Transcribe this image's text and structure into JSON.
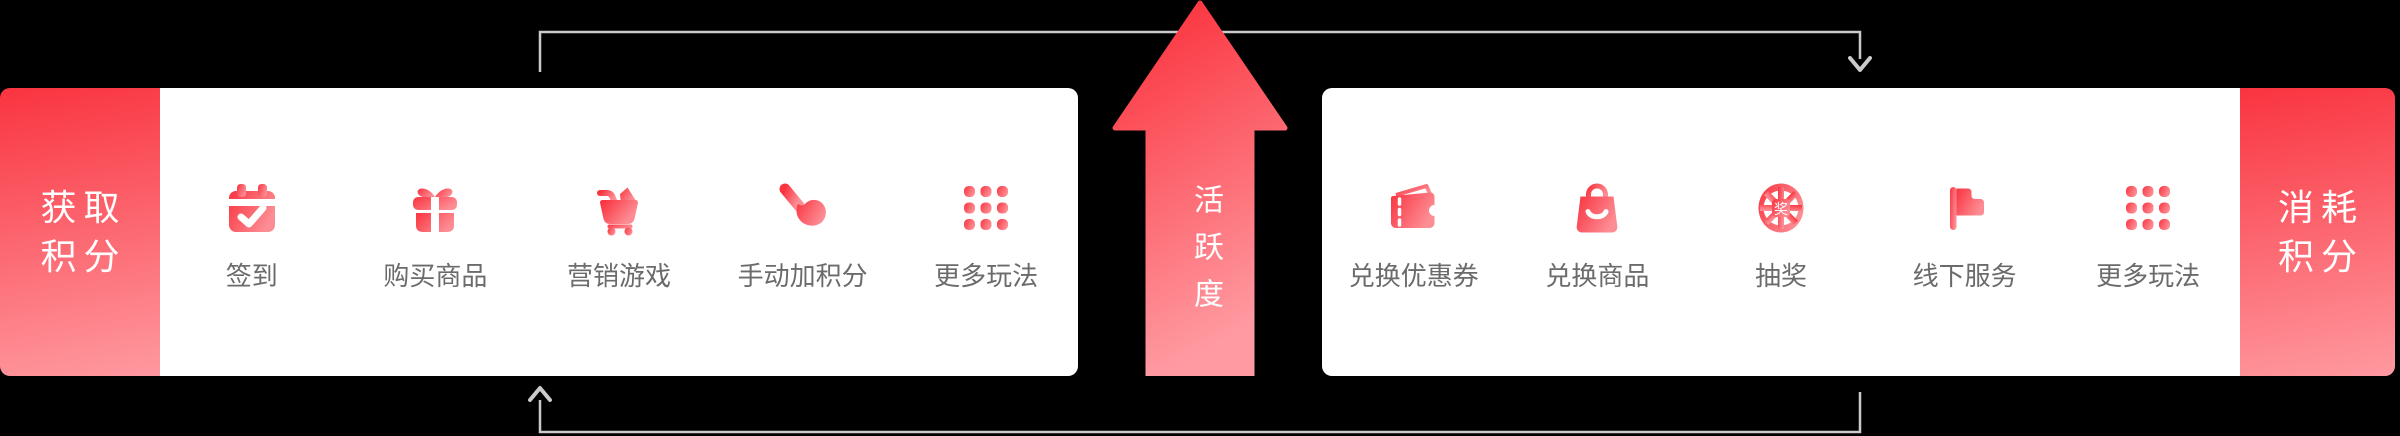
{
  "colors": {
    "background": "#000000",
    "panel_gradient_start": "#f93440",
    "panel_gradient_end": "#ff99a0",
    "arrow_gradient_start": "#fa2c37",
    "arrow_gradient_end": "#ff9aa1",
    "icon_gradient_start": "#f93440",
    "icon_gradient_end": "#fd8d94",
    "connector_line": "#cbcbcb",
    "card_background": "#ffffff",
    "item_label_text": "#6b6b6b",
    "panel_text": "#ffffff"
  },
  "left_panel": {
    "line1": "获取",
    "line2": "积分"
  },
  "left_card": {
    "items": [
      {
        "label": "签到",
        "icon": "calendar-check-icon"
      },
      {
        "label": "购买商品",
        "icon": "gift-icon"
      },
      {
        "label": "营销游戏",
        "icon": "shopping-cart-icon"
      },
      {
        "label": "手动加积分",
        "icon": "hand-tap-icon"
      },
      {
        "label": "更多玩法",
        "icon": "grid-dots-icon"
      }
    ]
  },
  "arrow": {
    "label": "活跃度"
  },
  "right_card": {
    "items": [
      {
        "label": "兑换优惠券",
        "icon": "coupon-icon"
      },
      {
        "label": "兑换商品",
        "icon": "shopping-bag-icon"
      },
      {
        "label": "抽奖",
        "icon": "prize-badge-icon",
        "badge_char": "奖"
      },
      {
        "label": "线下服务",
        "icon": "flag-icon"
      },
      {
        "label": "更多玩法",
        "icon": "grid-dots-icon"
      }
    ]
  },
  "right_panel": {
    "line1": "消耗",
    "line2": "积分"
  }
}
